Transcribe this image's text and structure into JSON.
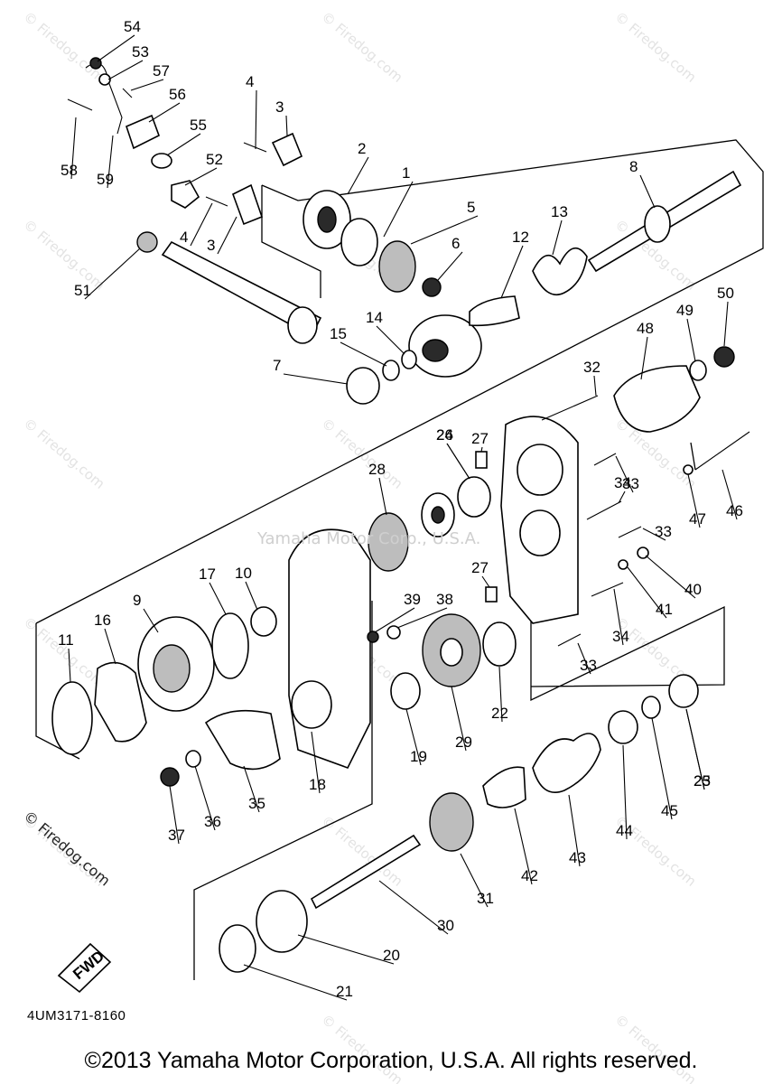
{
  "watermark": "© Firedog.com",
  "center_watermark": "Yamaha Motor Corp., U.S.A.",
  "fwd_badge": "FWD",
  "diagram_code": "4UM3171-8160",
  "copyright": "©2013 Yamaha Motor Corporation, U.S.A. All rights reserved.",
  "callouts": [
    "1",
    "2",
    "3",
    "3",
    "4",
    "4",
    "5",
    "6",
    "7",
    "8",
    "9",
    "10",
    "11",
    "12",
    "13",
    "14",
    "15",
    "16",
    "17",
    "18",
    "19",
    "20",
    "21",
    "22",
    "23",
    "24",
    "25",
    "26",
    "27",
    "27",
    "28",
    "29",
    "30",
    "31",
    "32",
    "33",
    "33",
    "33",
    "34",
    "34",
    "35",
    "36",
    "37",
    "38",
    "39",
    "40",
    "41",
    "42",
    "43",
    "44",
    "45",
    "46",
    "47",
    "48",
    "49",
    "50",
    "51",
    "52",
    "53",
    "54",
    "55",
    "56",
    "57",
    "58",
    "59"
  ]
}
